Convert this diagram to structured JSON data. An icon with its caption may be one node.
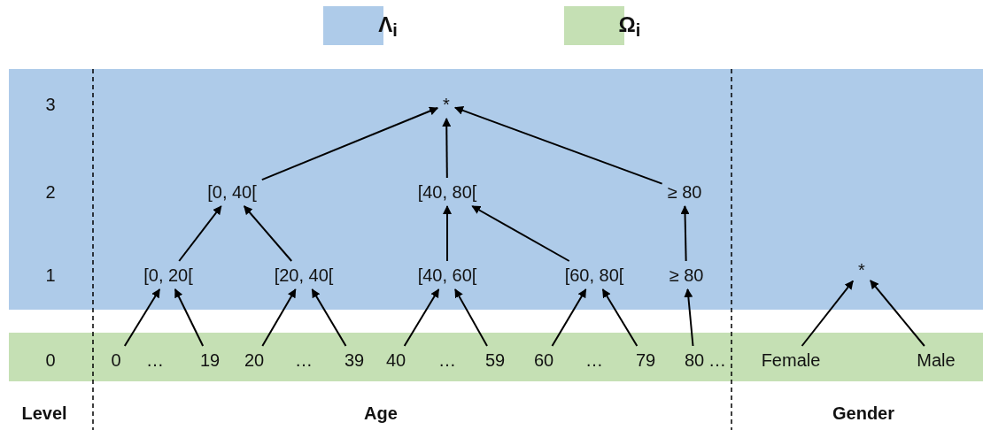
{
  "diagram": {
    "nodes": [
      {
        "text": [
          "*"
        ]
      },
      {
        "text": [
          "[0, 40["
        ]
      },
      {
        "text": [
          "[40, 80["
        ]
      },
      {
        "text": [
          "≥ 80"
        ]
      },
      {
        "text": [
          "[0, 20["
        ]
      },
      {
        "text": [
          "[20, 40["
        ]
      },
      {
        "text": [
          "[40, 60["
        ]
      },
      {
        "text": [
          "[60, 80["
        ]
      },
      {
        "text": [
          "≥ 80"
        ]
      },
      {
        "text": [
          "0"
        ]
      },
      {
        "text": [
          "19"
        ]
      },
      {
        "text": [
          "20"
        ]
      },
      {
        "text": [
          "39"
        ]
      },
      {
        "text": [
          "40"
        ]
      },
      {
        "text": [
          "59"
        ]
      },
      {
        "text": [
          "60"
        ]
      },
      {
        "text": [
          "79"
        ]
      },
      {
        "text": [
          "80"
        ]
      },
      {
        "text": [
          "*"
        ]
      },
      {
        "text": [
          "Female"
        ]
      },
      {
        "text": [
          "Male"
        ]
      }
    ],
    "edges": [
      {
        "from": 9,
        "to": 4,
        "arrow": "to"
      },
      {
        "from": 10,
        "to": 4,
        "arrow": "to"
      },
      {
        "from": 11,
        "to": 5,
        "arrow": "to"
      },
      {
        "from": 12,
        "to": 5,
        "arrow": "to"
      },
      {
        "from": 13,
        "to": 6,
        "arrow": "to"
      },
      {
        "from": 14,
        "to": 6,
        "arrow": "to"
      },
      {
        "from": 15,
        "to": 7,
        "arrow": "to"
      },
      {
        "from": 16,
        "to": 7,
        "arrow": "to"
      },
      {
        "from": 17,
        "to": 8,
        "arrow": "to"
      },
      {
        "from": 4,
        "to": 1,
        "arrow": "to"
      },
      {
        "from": 5,
        "to": 1,
        "arrow": "to"
      },
      {
        "from": 6,
        "to": 2,
        "arrow": "to"
      },
      {
        "from": 7,
        "to": 2,
        "arrow": "to"
      },
      {
        "from": 8,
        "to": 3,
        "arrow": "to"
      },
      {
        "from": 1,
        "to": 0,
        "arrow": "to"
      },
      {
        "from": 2,
        "to": 0,
        "arrow": "to"
      },
      {
        "from": 3,
        "to": 0,
        "arrow": "to"
      },
      {
        "from": 19,
        "to": 18,
        "arrow": "to"
      },
      {
        "from": 20,
        "to": 18,
        "arrow": "to"
      }
    ],
    "labels": [
      "3",
      "2",
      "1",
      "0",
      "…",
      "…",
      "…",
      "…",
      "…",
      "Level",
      "Age",
      "Gender"
    ],
    "legend": [
      {
        "text": "Λ$_{i}$",
        "color": "#aecbe9"
      },
      {
        "text": "Ω$_{i}$",
        "color": "#c5e0b4"
      }
    ]
  }
}
